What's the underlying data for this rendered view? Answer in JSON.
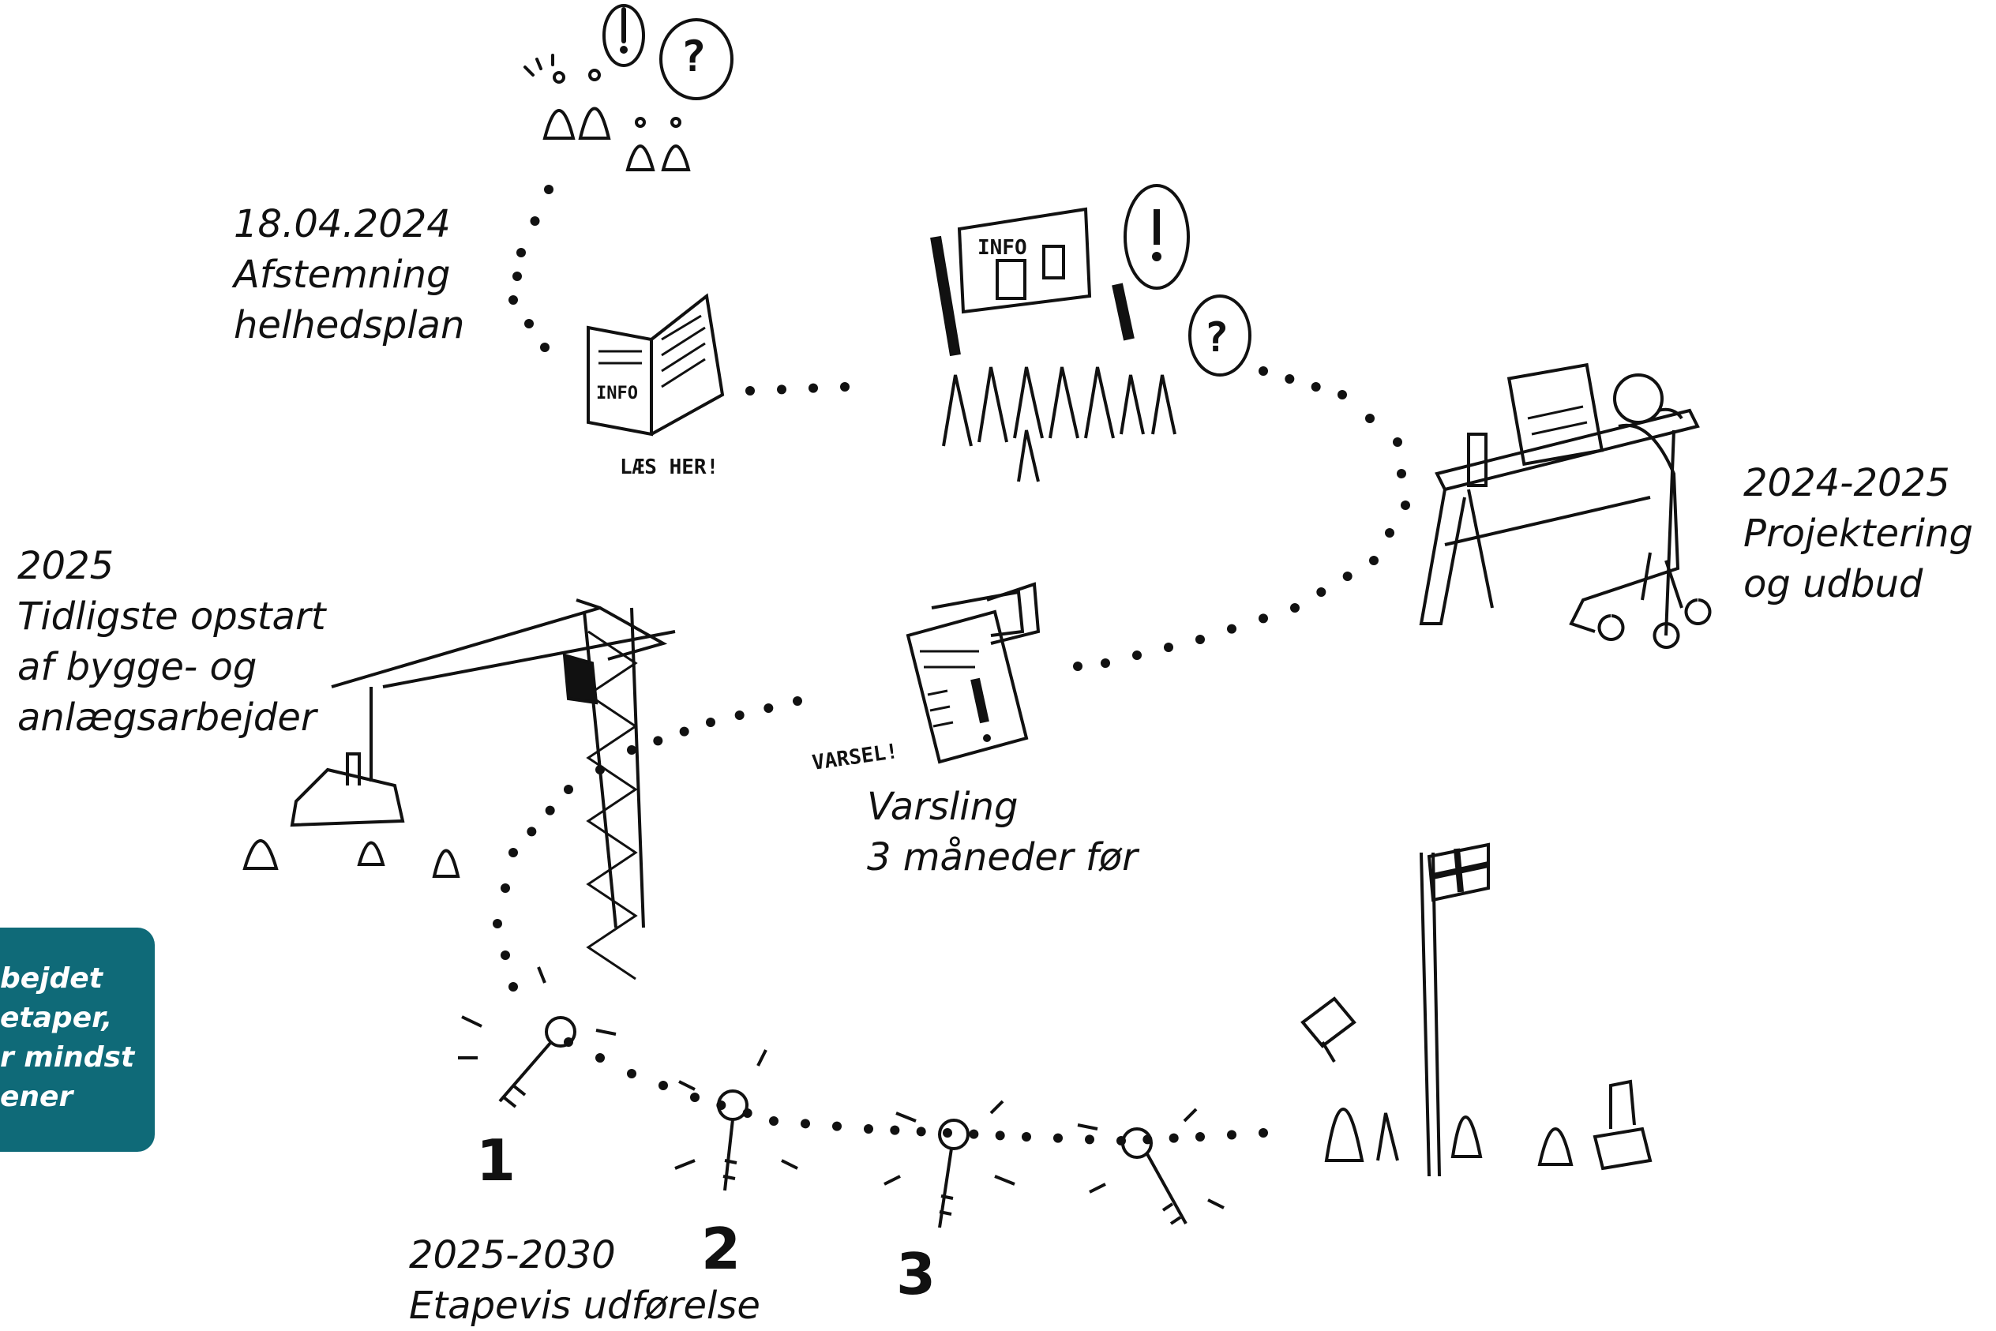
{
  "milestones": {
    "vote": {
      "date": "18.04.2024",
      "line1": "Afstemning",
      "line2": "helhedsplan"
    },
    "design": {
      "date": "2024-2025",
      "line1": "Projektering",
      "line2": "og udbud"
    },
    "notice": {
      "line1": "Varsling",
      "line2": "3 måneder før"
    },
    "start": {
      "date": "2025",
      "line1": "Tidligste opstart",
      "line2": "af bygge- og",
      "line3": "anlægsarbejder"
    },
    "stages": {
      "date": "2025-2030",
      "line1": "Etapevis udførelse"
    }
  },
  "keys": [
    "1",
    "2",
    "3"
  ],
  "sketch_text": {
    "booklet_info": "INFO",
    "booklet_caption": "LÆS HER!",
    "board_info": "INFO",
    "notice_caption": "VARSEL!"
  },
  "note": {
    "lines": [
      "bejdet",
      "etaper,",
      "r mindst",
      "ener"
    ]
  },
  "colors": {
    "note_bg": "#0f6a78",
    "ink": "#111111"
  },
  "icons": [
    "people-discussion-icon",
    "info-booklet-icon",
    "info-meeting-icon",
    "designer-desk-icon",
    "notice-letter-icon",
    "crane-icon",
    "key-icon",
    "celebration-flag-icon"
  ]
}
